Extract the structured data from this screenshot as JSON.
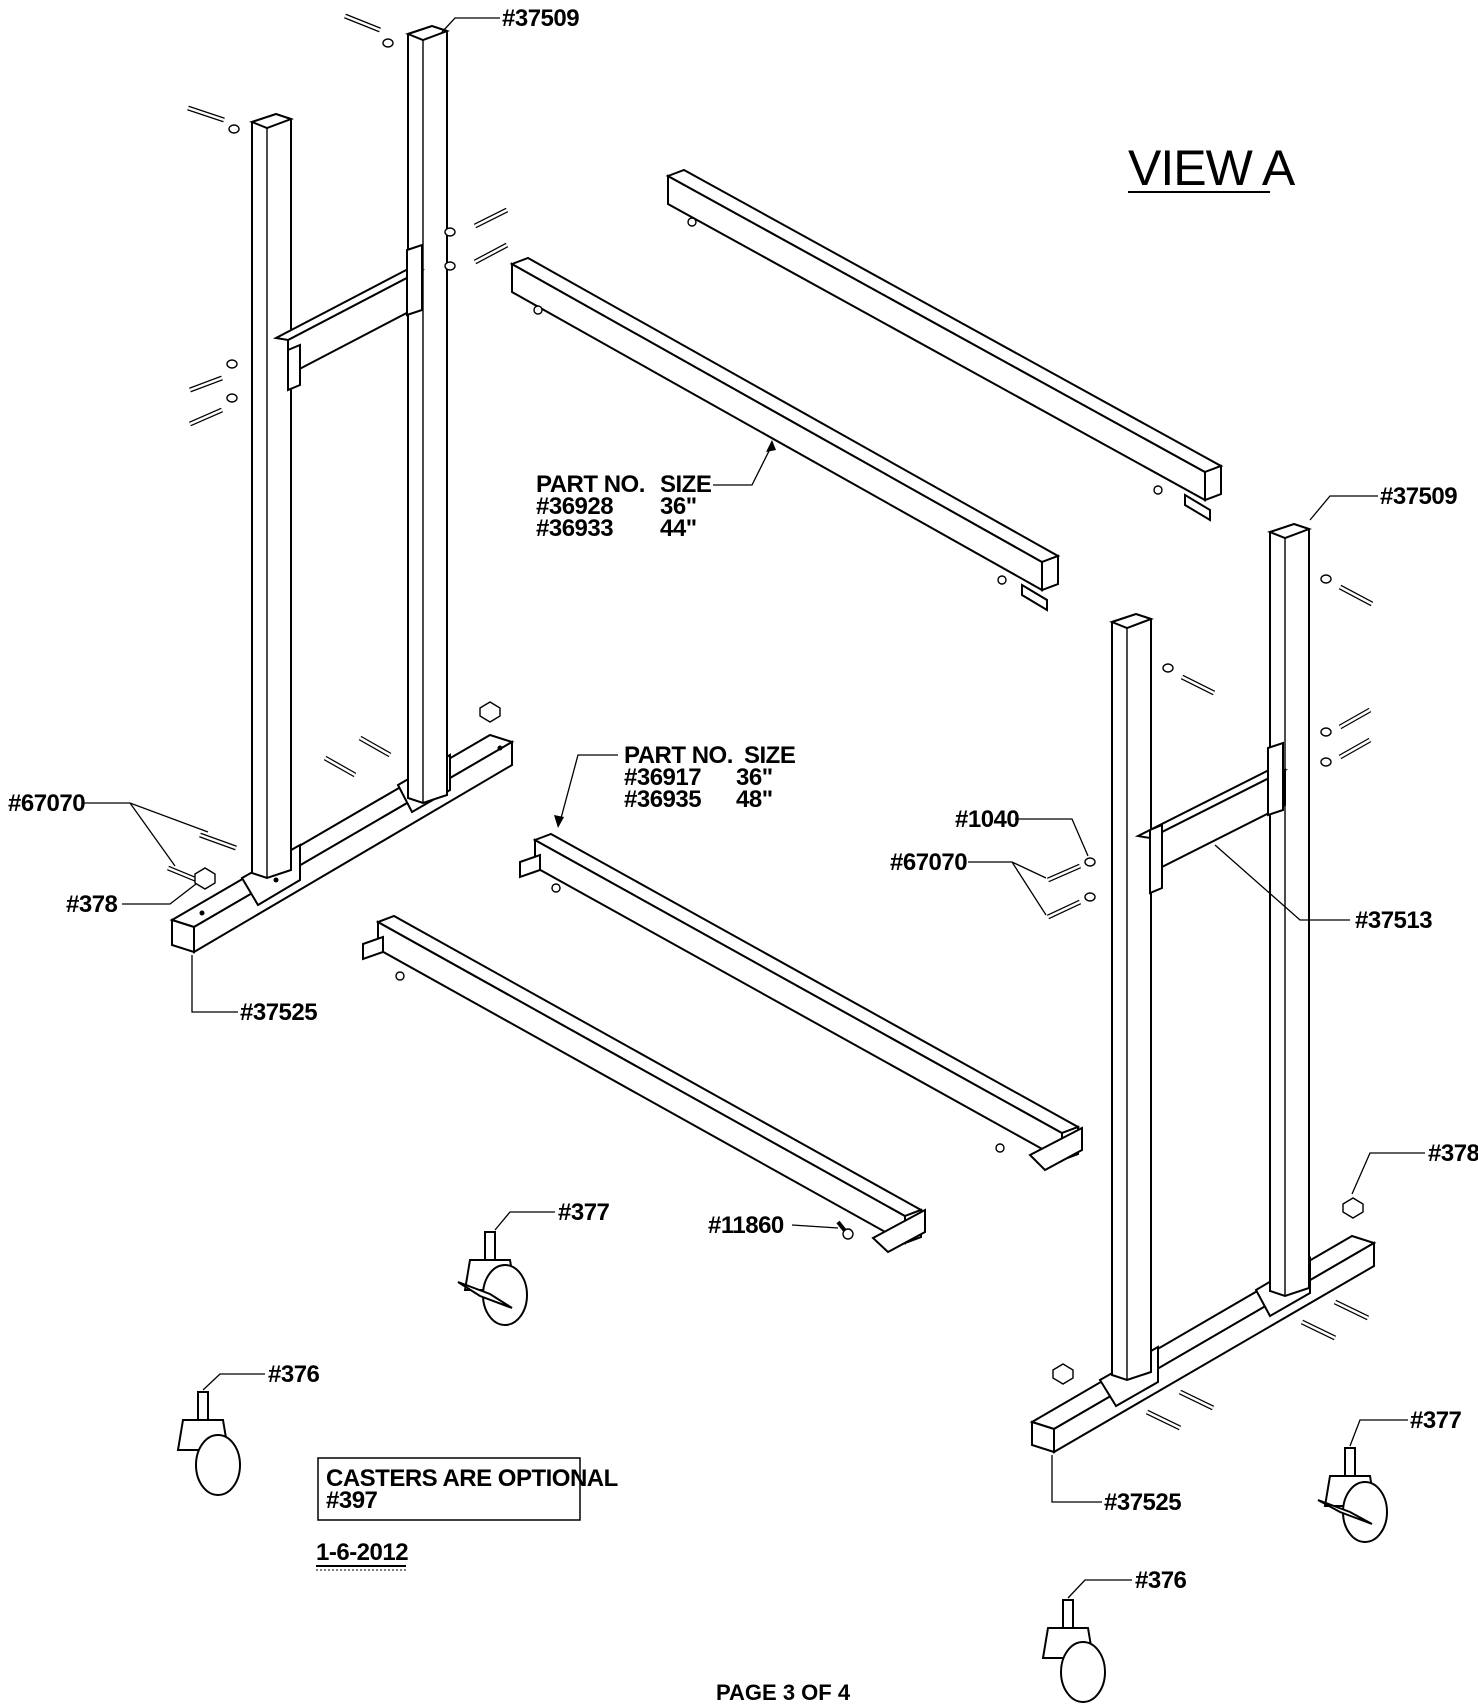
{
  "view_title": "VIEW A",
  "labels": {
    "upright_left_top": "#37509",
    "upright_right_top": "#37509",
    "bolt_left": "#67070",
    "nut_left": "#378",
    "base_left": "#37525",
    "washer_right": "#1040",
    "bolt_right": "#67070",
    "crossbar_right": "#37513",
    "nut_right": "#378",
    "caster_377_center": "#377",
    "bolt_11860": "#11860",
    "caster_376_left": "#376",
    "base_right": "#37525",
    "caster_377_right": "#377",
    "caster_376_bottom": "#376"
  },
  "upper_rail_table": {
    "header_part": "PART NO.",
    "header_size": "SIZE",
    "rows": [
      {
        "part": "#36928",
        "size": "36\""
      },
      {
        "part": "#36933",
        "size": "44\""
      }
    ]
  },
  "lower_rail_table": {
    "header_part": "PART NO.",
    "header_size": "SIZE",
    "rows": [
      {
        "part": "#36917",
        "size": "36\""
      },
      {
        "part": "#36935",
        "size": "48\""
      }
    ]
  },
  "note_box": {
    "line1": "CASTERS ARE OPTIONAL",
    "line2": "#397"
  },
  "date": "1-6-2012",
  "page_footer": "PAGE 3 OF 4"
}
